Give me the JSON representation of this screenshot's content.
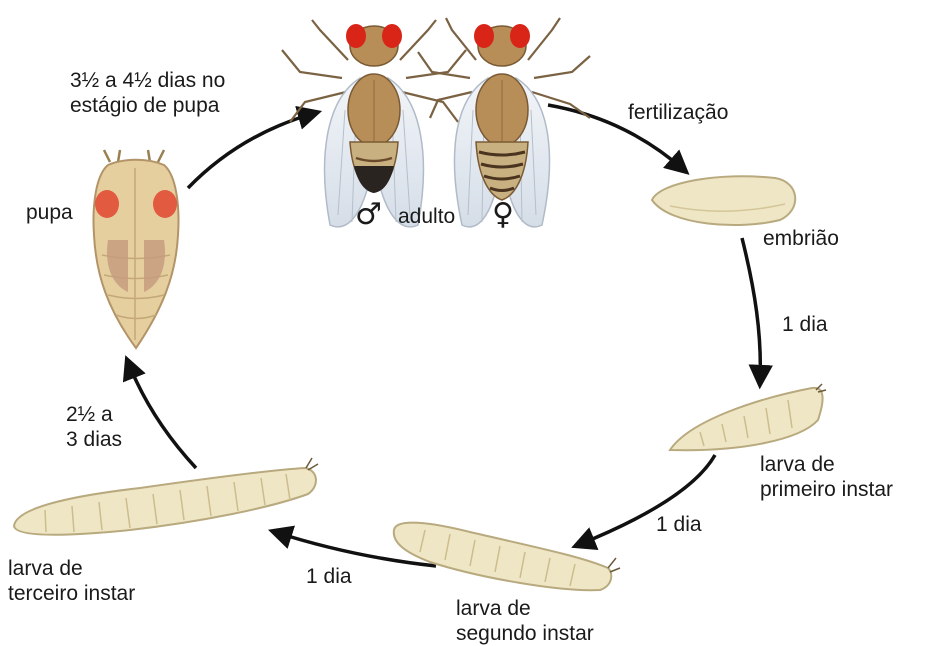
{
  "labels": {
    "pupa_duration": "3½ a 4½ dias no\nestágio de pupa",
    "fertilization": "fertilização",
    "pupa": "pupa",
    "male_symbol": "♂",
    "adult": "adulto",
    "female_symbol": "♀",
    "embryo": "embrião",
    "embryo_to_first": "1 dia",
    "first_instar": "larva de\nprimeiro instar",
    "first_to_second": "1 dia",
    "second_instar": "larva de\nsegundo instar",
    "second_to_third": "1 dia",
    "third_instar": "larva de\nterceiro instar",
    "third_to_pupa": "2½ a\n3 dias"
  },
  "colors": {
    "larva_fill": "#efe6c6",
    "larva_stroke": "#b8aa7e",
    "pupa_fill": "#e6cf9f",
    "pupa_patch": "#c69c7e",
    "eye_red": "#e0452e",
    "wing": "#dfe6ee",
    "arrow": "#111111"
  }
}
